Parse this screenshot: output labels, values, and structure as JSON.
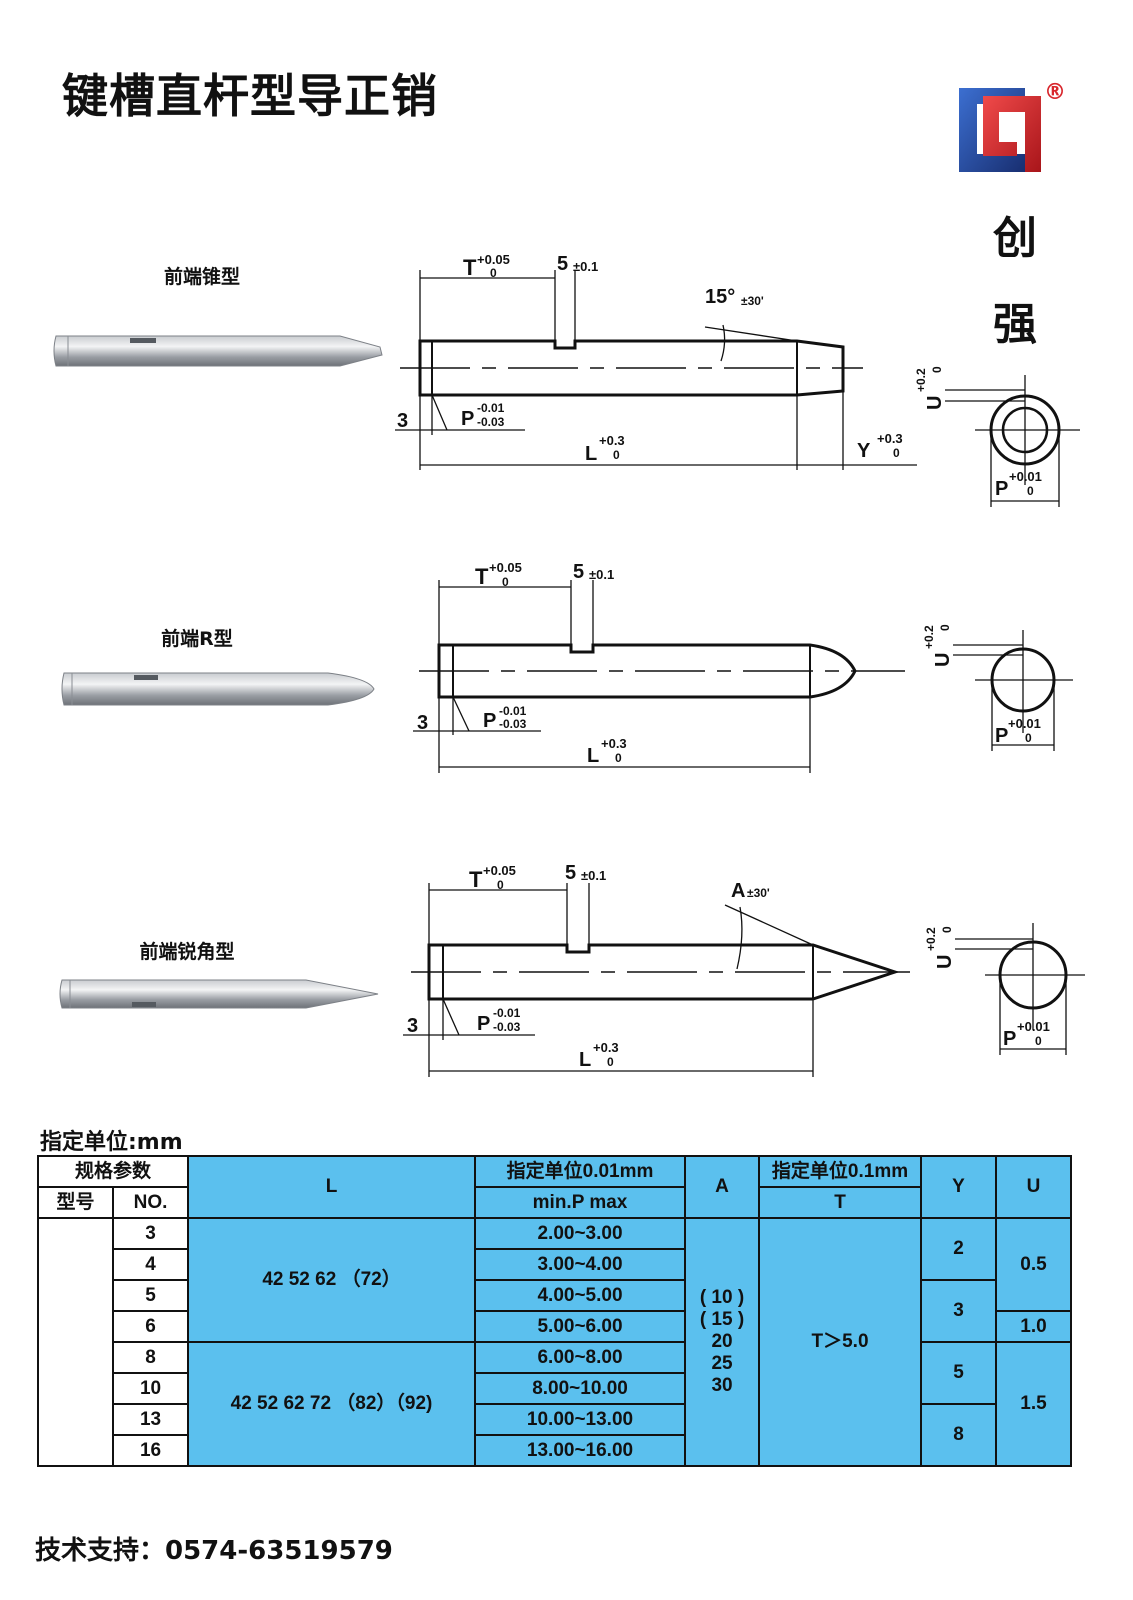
{
  "title": "键槽直杆型导正销",
  "brand": {
    "registered_mark": "®",
    "chars": [
      "创",
      "强"
    ]
  },
  "variants": [
    {
      "label": "前端锥型",
      "dims": {
        "T": "T",
        "T_up": "+0.05",
        "T_low": "0",
        "slot": "5",
        "slot_tol": "±0.1",
        "angle": "15°",
        "angle_tol": "±30'",
        "chamfer": "3",
        "P": "P",
        "P_up": "-0.01",
        "P_low": "-0.03",
        "L": "L",
        "L_up": "+0.3",
        "L_low": "0",
        "Y": "Y",
        "Y_up": "+0.3",
        "Y_low": "0",
        "U": "U",
        "U_up": "+0.2",
        "U_low": "0",
        "Pe": "P",
        "Pe_up": "+0.01",
        "Pe_low": "0"
      }
    },
    {
      "label": "前端R型",
      "dims": {
        "T": "T",
        "T_up": "+0.05",
        "T_low": "0",
        "slot": "5",
        "slot_tol": "±0.1",
        "chamfer": "3",
        "P": "P",
        "P_up": "-0.01",
        "P_low": "-0.03",
        "L": "L",
        "L_up": "+0.3",
        "L_low": "0",
        "U": "U",
        "U_up": "+0.2",
        "U_low": "0",
        "Pe": "P",
        "Pe_up": "+0.01",
        "Pe_low": "0"
      }
    },
    {
      "label": "前端锐角型",
      "dims": {
        "T": "T",
        "T_up": "+0.05",
        "T_low": "0",
        "slot": "5",
        "slot_tol": "±0.1",
        "angle": "A",
        "angle_tol": "±30'",
        "chamfer": "3",
        "P": "P",
        "P_up": "-0.01",
        "P_low": "-0.03",
        "L": "L",
        "L_up": "+0.3",
        "L_low": "0",
        "U": "U",
        "U_up": "+0.2",
        "U_low": "0",
        "Pe": "P",
        "Pe_up": "+0.01",
        "Pe_low": "0"
      }
    }
  ],
  "unit_label": "指定单位:mm",
  "table": {
    "hdr_spec": "规格参数",
    "hdr_model": "型号",
    "hdr_no": "NO.",
    "hdr_L": "L",
    "hdr_unit001": "指定单位0.01mm",
    "hdr_P": "min.P max",
    "hdr_A": "A",
    "hdr_unit01": "指定单位0.1mm",
    "hdr_T": "T",
    "hdr_Y": "Y",
    "hdr_U": "U",
    "no": [
      "3",
      "4",
      "5",
      "6",
      "8",
      "10",
      "13",
      "16"
    ],
    "P_ranges": [
      "2.00~3.00",
      "3.00~4.00",
      "4.00~5.00",
      "5.00~6.00",
      "6.00~8.00",
      "8.00~10.00",
      "10.00~13.00",
      "13.00~16.00"
    ],
    "L_group1": "42 52 62 （72）",
    "L_group2": "42 52 62 72 （82）（92)",
    "A_values": [
      "( 10 )",
      "( 15 )",
      "20",
      "25",
      "30"
    ],
    "T_value": "T＞5.0",
    "Y_values": [
      "2",
      "3",
      "5",
      "8"
    ],
    "U_values": [
      "0.5",
      "1.0",
      "1.5"
    ]
  },
  "support": "技术支持：0574-63519579",
  "colors": {
    "table_blue": "#5bc0ee",
    "logo_blue": "#2a4fa8",
    "logo_red": "#d8262c"
  }
}
